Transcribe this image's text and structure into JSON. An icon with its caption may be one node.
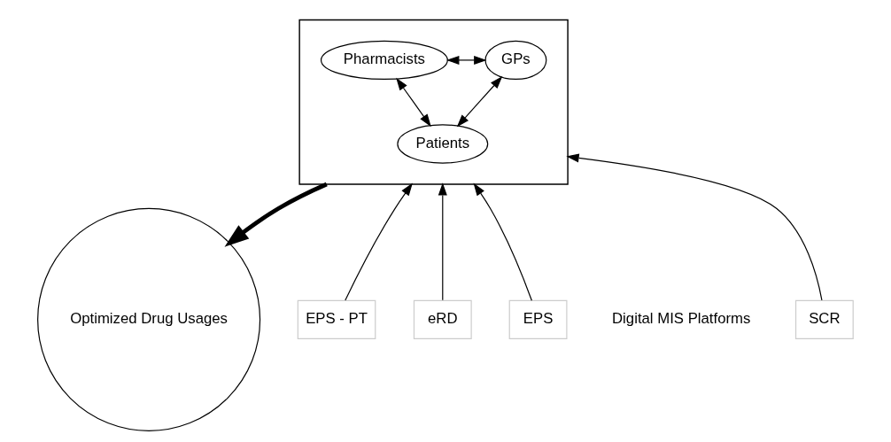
{
  "diagram": {
    "nodes": [
      {
        "text": [],
        "shape": "box"
      },
      {
        "text": [
          "Pharmacists"
        ],
        "in": 0
      },
      {
        "text": [
          "GPs"
        ],
        "in": 0
      },
      {
        "text": [
          "Patients"
        ],
        "in": 0
      },
      {
        "text": [
          "Optimized Drug Usages"
        ]
      },
      {
        "text": [
          "SCR"
        ]
      },
      {
        "text": [
          "EPS - PT"
        ]
      },
      {
        "text": [
          "eRD"
        ]
      },
      {
        "text": [
          "EPS"
        ]
      }
    ],
    "edges": [
      {
        "from": 1,
        "to": 2,
        "arrow": "both"
      },
      {
        "from": 1,
        "to": 3,
        "arrow": "both"
      },
      {
        "from": 2,
        "to": 3,
        "arrow": "both"
      },
      {
        "from": 0,
        "to": 4,
        "arrow": "to",
        "style": "thick"
      },
      {
        "from": 5,
        "to": 0,
        "arrow": "to"
      },
      {
        "from": 6,
        "to": 0,
        "arrow": "to"
      },
      {
        "from": 7,
        "to": 0,
        "arrow": "to"
      },
      {
        "from": 8,
        "to": 0,
        "arrow": "to"
      }
    ],
    "labels": [
      "Digital MIS Platforms"
    ]
  }
}
